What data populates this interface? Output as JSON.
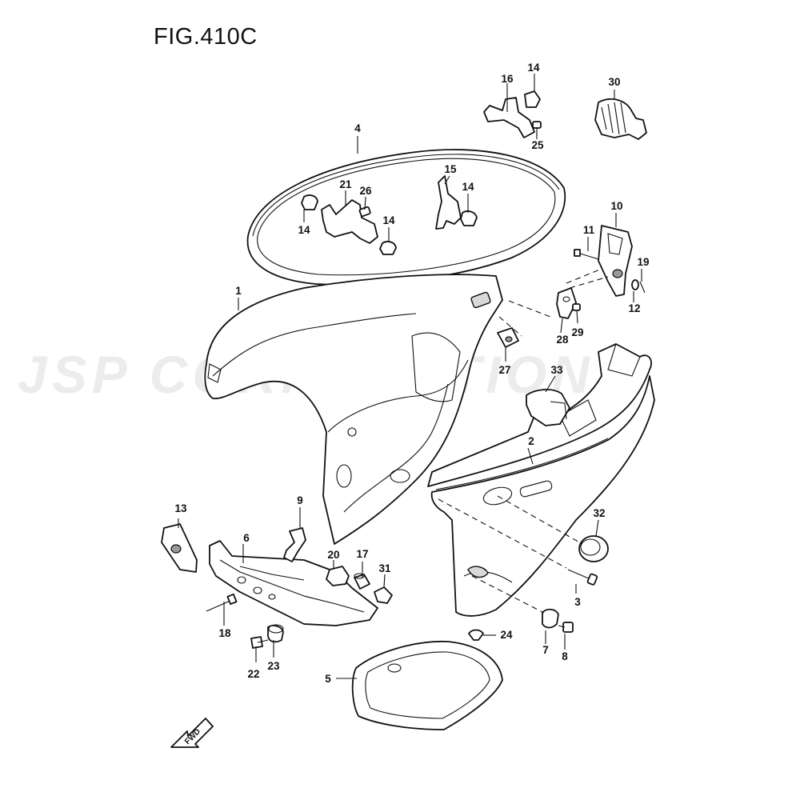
{
  "figure": {
    "title": "FIG.410C"
  },
  "watermark": {
    "text": "JSP CORPORATION"
  },
  "fwd_label": "FWD",
  "callouts": [
    {
      "id": "c1",
      "text": "1"
    },
    {
      "id": "c2",
      "text": "2"
    },
    {
      "id": "c3",
      "text": "3"
    },
    {
      "id": "c4",
      "text": "4"
    },
    {
      "id": "c5",
      "text": "5"
    },
    {
      "id": "c6",
      "text": "6"
    },
    {
      "id": "c7",
      "text": "7"
    },
    {
      "id": "c8",
      "text": "8"
    },
    {
      "id": "c9",
      "text": "9"
    },
    {
      "id": "c10",
      "text": "10"
    },
    {
      "id": "c11",
      "text": "11"
    },
    {
      "id": "c12",
      "text": "12"
    },
    {
      "id": "c13",
      "text": "13"
    },
    {
      "id": "c14a",
      "text": "14"
    },
    {
      "id": "c14b",
      "text": "14"
    },
    {
      "id": "c14c",
      "text": "14"
    },
    {
      "id": "c14d",
      "text": "14"
    },
    {
      "id": "c15",
      "text": "15"
    },
    {
      "id": "c16",
      "text": "16"
    },
    {
      "id": "c17",
      "text": "17"
    },
    {
      "id": "c18",
      "text": "18"
    },
    {
      "id": "c19",
      "text": "19"
    },
    {
      "id": "c20",
      "text": "20"
    },
    {
      "id": "c21",
      "text": "21"
    },
    {
      "id": "c22",
      "text": "22"
    },
    {
      "id": "c23",
      "text": "23"
    },
    {
      "id": "c24",
      "text": "24"
    },
    {
      "id": "c25",
      "text": "25"
    },
    {
      "id": "c26",
      "text": "26"
    },
    {
      "id": "c27",
      "text": "27"
    },
    {
      "id": "c28",
      "text": "28"
    },
    {
      "id": "c29",
      "text": "29"
    },
    {
      "id": "c30",
      "text": "30"
    },
    {
      "id": "c31",
      "text": "31"
    },
    {
      "id": "c32",
      "text": "32"
    },
    {
      "id": "c33",
      "text": "33"
    }
  ]
}
